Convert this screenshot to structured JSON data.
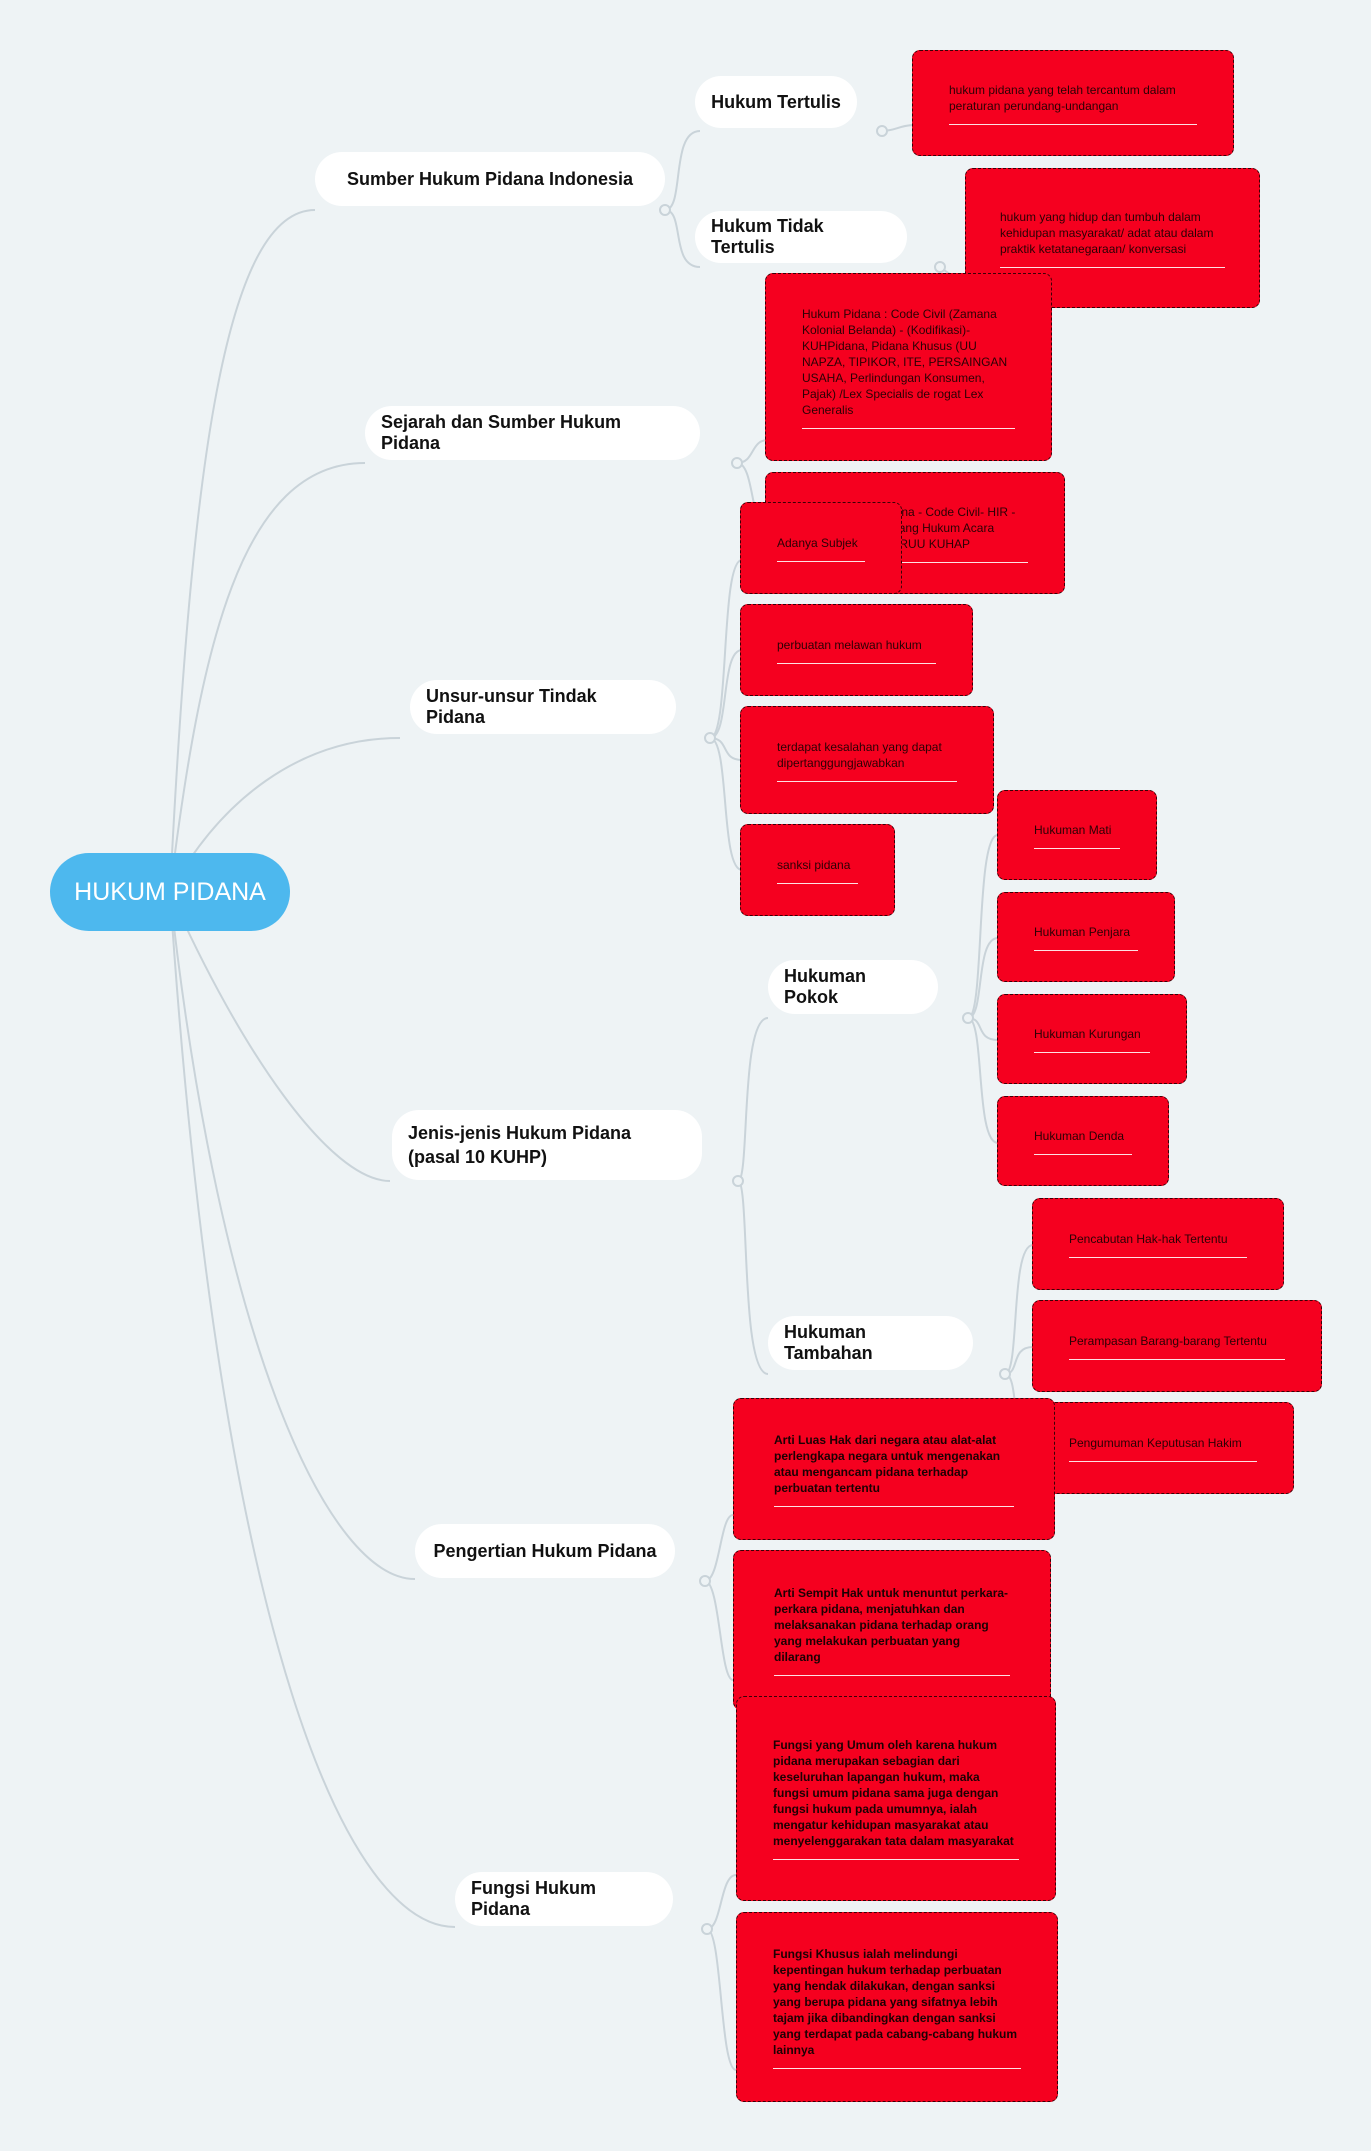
{
  "root": {
    "label": "HUKUM PIDANA"
  },
  "branches": {
    "sumber": {
      "label": "Sumber Hukum Pidana Indonesia",
      "tertulis": {
        "label": "Hukum Tertulis",
        "note": "hukum pidana yang telah tercantum dalam peraturan perundang-undangan"
      },
      "tidak_tertulis": {
        "label": "Hukum Tidak Tertulis",
        "note": "hukum yang hidup dan tumbuh dalam kehidupan masyarakat/ adat atau dalam praktik ketatanegaraan/ konversasi"
      }
    },
    "sejarah": {
      "label": "Sejarah dan Sumber Hukum Pidana",
      "notes": [
        "Hukum Pidana : Code Civil (Zamana Kolonial Belanda) - (Kodifikasi)- KUHPidana, Pidana Khusus (UU NAPZA, TIPIKOR, ITE, PERSAINGAN USAHA, Perlindungan Konsumen, Pajak) /Lex Specialis de rogat Lex Generalis",
        "Hukum Acara Pidana - Code Civil- HIR -Kitab Undang-undang Hukum Acara Pidana (KUHAP)- RUU KUHAP"
      ]
    },
    "unsur": {
      "label": "Unsur-unsur Tindak Pidana",
      "notes": [
        "Adanya Subjek",
        "perbuatan melawan hukum",
        "terdapat kesalahan yang dapat dipertanggungjawabkan",
        "sanksi pidana"
      ]
    },
    "jenis": {
      "label": "Jenis-jenis Hukum Pidana (pasal 10 KUHP)",
      "pokok": {
        "label": "Hukuman Pokok",
        "notes": [
          "Hukuman Mati",
          "Hukuman Penjara",
          "Hukuman Kurungan",
          "Hukuman Denda"
        ]
      },
      "tambahan": {
        "label": "Hukuman Tambahan",
        "notes": [
          "Pencabutan Hak-hak Tertentu",
          "Perampasan Barang-barang Tertentu",
          "Pengumuman Keputusan Hakim"
        ]
      }
    },
    "pengertian": {
      "label": "Pengertian Hukum Pidana",
      "notes": [
        "Arti Luas Hak dari negara atau alat-alat perlengkapa negara untuk mengenakan atau mengancam pidana terhadap perbuatan tertentu",
        "Arti Sempit Hak untuk menuntut perkara-perkara pidana, menjatuhkan dan melaksanakan pidana terhadap orang yang melakukan perbuatan yang dilarang"
      ]
    },
    "fungsi": {
      "label": "Fungsi Hukum Pidana",
      "notes": [
        "Fungsi yang Umum oleh karena hukum pidana merupakan sebagian dari keseluruhan lapangan hukum, maka fungsi umum pidana sama juga dengan fungsi hukum pada umumnya, ialah mengatur kehidupan masyarakat atau menyelenggarakan tata dalam masyarakat",
        "Fungsi Khusus ialah melindungi kepentingan hukum terhadap perbuatan yang hendak dilakukan, dengan sanksi yang berupa pidana yang sifatnya lebih tajam jika dibandingkan dengan sanksi yang terdapat pada cabang-cabang hukum lainnya"
      ]
    }
  },
  "colors": {
    "root": "#4db8ee",
    "note": "#f5001f",
    "line": "#c9d3d9",
    "background": "#eef3f5"
  }
}
